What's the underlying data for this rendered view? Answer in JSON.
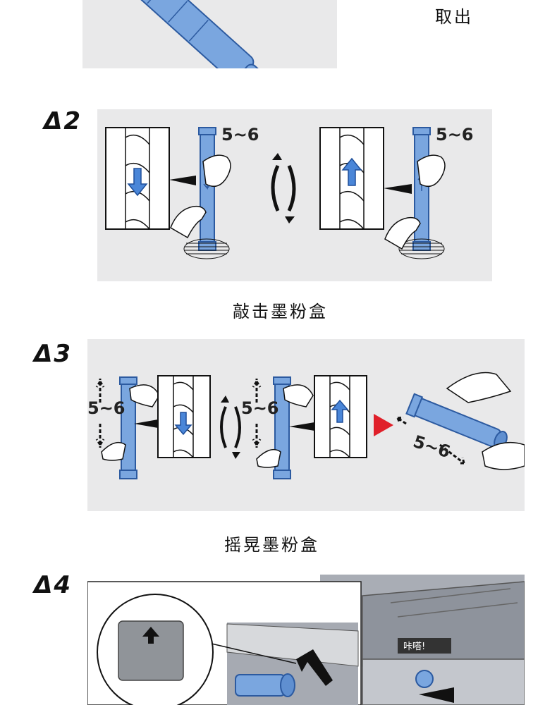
{
  "top": {
    "caption": "取出"
  },
  "step2": {
    "label": "Δ2",
    "count_left": "5~6",
    "count_right": "5~6",
    "caption": "敲击墨粉盒"
  },
  "step3": {
    "label": "Δ3",
    "count_left": "5~6",
    "count_mid": "5~6",
    "count_right": "5~6",
    "caption": "摇晃墨粉盒"
  },
  "step4": {
    "label": "Δ4",
    "click_badge": "咔嗒!"
  },
  "colors": {
    "toner_blue": "#7aa6df",
    "panel_gray": "#e9e9ea",
    "arrow_red": "#e0202a"
  },
  "icons": [
    "toner-cartridge-icon",
    "hand-icon",
    "rotate-arrows-icon",
    "down-arrow-icon",
    "up-arrow-icon",
    "push-arrow-icon"
  ]
}
